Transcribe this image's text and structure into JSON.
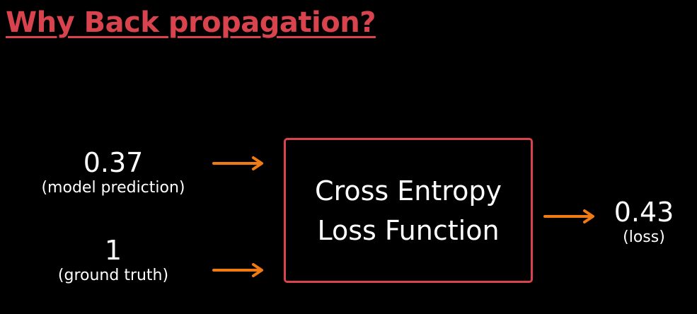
{
  "slide": {
    "title": "Why Back propagation?"
  },
  "inputs": {
    "prediction": {
      "value": "0.37",
      "caption": "(model prediction)"
    },
    "ground_truth": {
      "value": "1",
      "caption": "(ground truth)"
    }
  },
  "loss_box": {
    "line1": "Cross Entropy",
    "line2": "Loss Function"
  },
  "output": {
    "value": "0.43",
    "caption": "(loss)"
  },
  "colors": {
    "background": "#000000",
    "title_accent": "#d9434d",
    "box_border": "#d9434d",
    "arrow": "#f07b12",
    "text": "#ffffff"
  }
}
